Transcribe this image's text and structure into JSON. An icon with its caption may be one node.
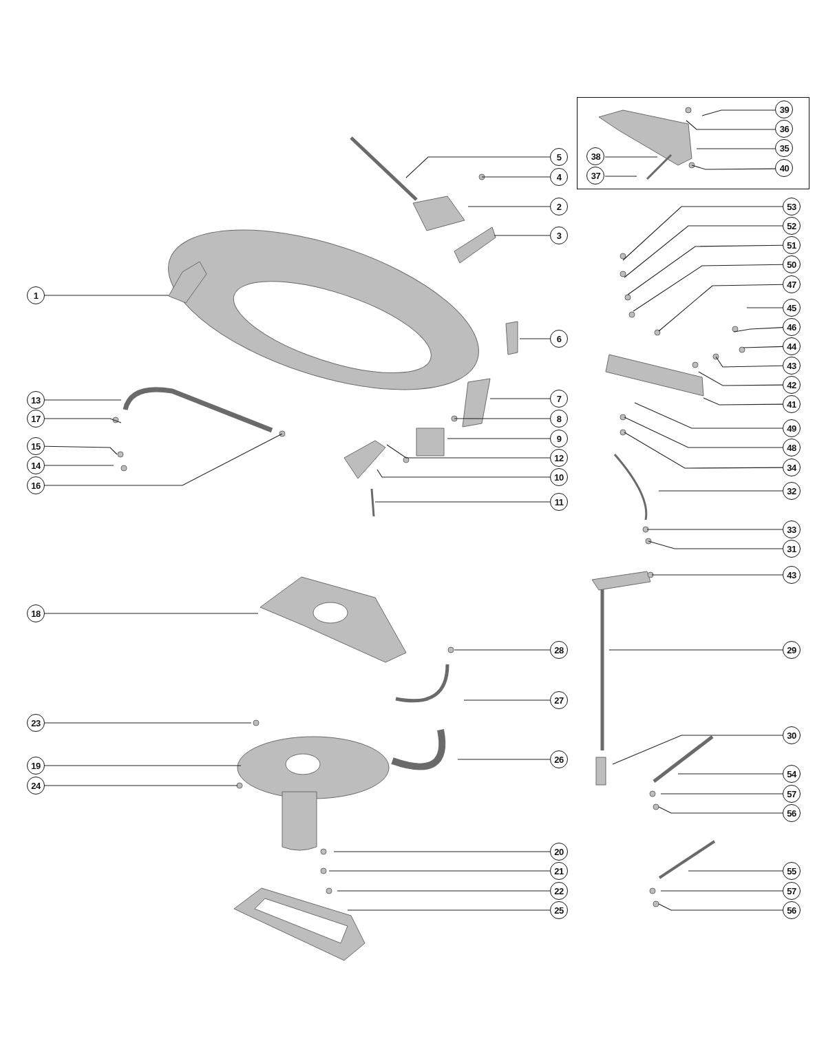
{
  "diagram": {
    "nodes": [
      {
        "text": [],
        "shape": "box"
      },
      {
        "text": [
          "39"
        ],
        "in": 0
      },
      {
        "text": [
          "36"
        ],
        "in": 0
      },
      {
        "text": [
          "35"
        ],
        "in": 0
      },
      {
        "text": [
          "38"
        ],
        "in": 0
      },
      {
        "text": [
          "37"
        ],
        "in": 0
      },
      {
        "text": [
          "40"
        ],
        "in": 0
      },
      {
        "text": [
          "5"
        ]
      },
      {
        "text": [
          "4"
        ]
      },
      {
        "text": [
          "2"
        ]
      },
      {
        "text": [
          "3"
        ]
      },
      {
        "text": [
          "53"
        ]
      },
      {
        "text": [
          "52"
        ]
      },
      {
        "text": [
          "51"
        ]
      },
      {
        "text": [
          "50"
        ]
      },
      {
        "text": [
          "47"
        ]
      },
      {
        "text": [
          "1"
        ]
      },
      {
        "text": [
          "45"
        ]
      },
      {
        "text": [
          "46"
        ]
      },
      {
        "text": [
          "44"
        ]
      },
      {
        "text": [
          "43"
        ]
      },
      {
        "text": [
          "42"
        ]
      },
      {
        "text": [
          "6"
        ]
      },
      {
        "text": [
          "41"
        ]
      },
      {
        "text": [
          "13"
        ]
      },
      {
        "text": [
          "7"
        ]
      },
      {
        "text": [
          "17"
        ]
      },
      {
        "text": [
          "8"
        ]
      },
      {
        "text": [
          "49"
        ]
      },
      {
        "text": [
          "9"
        ]
      },
      {
        "text": [
          "15"
        ]
      },
      {
        "text": [
          "48"
        ]
      },
      {
        "text": [
          "12"
        ]
      },
      {
        "text": [
          "14"
        ]
      },
      {
        "text": [
          "10"
        ]
      },
      {
        "text": [
          "34"
        ]
      },
      {
        "text": [
          "16"
        ]
      },
      {
        "text": [
          "32"
        ]
      },
      {
        "text": [
          "11"
        ]
      },
      {
        "text": [
          "33"
        ]
      },
      {
        "text": [
          "31"
        ]
      },
      {
        "text": [
          "43"
        ]
      },
      {
        "text": [
          "18"
        ]
      },
      {
        "text": [
          "28"
        ]
      },
      {
        "text": [
          "29"
        ]
      },
      {
        "text": [
          "27"
        ]
      },
      {
        "text": [
          "23"
        ]
      },
      {
        "text": [
          "30"
        ]
      },
      {
        "text": [
          "26"
        ]
      },
      {
        "text": [
          "19"
        ]
      },
      {
        "text": [
          "54"
        ]
      },
      {
        "text": [
          "24"
        ]
      },
      {
        "text": [
          "57"
        ]
      },
      {
        "text": [
          "56"
        ]
      },
      {
        "text": [
          "20"
        ]
      },
      {
        "text": [
          "21"
        ]
      },
      {
        "text": [
          "55"
        ]
      },
      {
        "text": [
          "22"
        ]
      },
      {
        "text": [
          "57"
        ]
      },
      {
        "text": [
          "25"
        ]
      },
      {
        "text": [
          "56"
        ]
      }
    ],
    "edges": [
      {
        "from": 1,
        "to": null,
        "arrow": "none"
      },
      {
        "from": 2,
        "to": null,
        "arrow": "none"
      },
      {
        "from": 3,
        "to": null,
        "arrow": "none"
      },
      {
        "from": 4,
        "to": null,
        "arrow": "none"
      },
      {
        "from": 5,
        "to": null,
        "arrow": "none"
      },
      {
        "from": 6,
        "to": null,
        "arrow": "none"
      },
      {
        "from": 7,
        "to": null,
        "arrow": "none"
      },
      {
        "from": 8,
        "to": null,
        "arrow": "none"
      },
      {
        "from": 9,
        "to": null,
        "arrow": "none"
      },
      {
        "from": 10,
        "to": null,
        "arrow": "none"
      },
      {
        "from": 11,
        "to": null,
        "arrow": "none"
      },
      {
        "from": 12,
        "to": null,
        "arrow": "none"
      },
      {
        "from": 13,
        "to": null,
        "arrow": "none"
      },
      {
        "from": 14,
        "to": null,
        "arrow": "none"
      },
      {
        "from": 15,
        "to": null,
        "arrow": "none"
      },
      {
        "from": 16,
        "to": null,
        "arrow": "none"
      },
      {
        "from": 17,
        "to": null,
        "arrow": "none"
      },
      {
        "from": 18,
        "to": null,
        "arrow": "none"
      },
      {
        "from": 19,
        "to": null,
        "arrow": "none"
      },
      {
        "from": 20,
        "to": null,
        "arrow": "none"
      },
      {
        "from": 21,
        "to": null,
        "arrow": "none"
      },
      {
        "from": 22,
        "to": null,
        "arrow": "none"
      },
      {
        "from": 23,
        "to": null,
        "arrow": "none"
      },
      {
        "from": 24,
        "to": null,
        "arrow": "none"
      },
      {
        "from": 25,
        "to": null,
        "arrow": "none"
      },
      {
        "from": 26,
        "to": null,
        "arrow": "none"
      },
      {
        "from": 27,
        "to": null,
        "arrow": "none"
      },
      {
        "from": 28,
        "to": null,
        "arrow": "none"
      },
      {
        "from": 29,
        "to": null,
        "arrow": "none"
      },
      {
        "from": 30,
        "to": null,
        "arrow": "none"
      },
      {
        "from": 31,
        "to": null,
        "arrow": "none"
      },
      {
        "from": 32,
        "to": null,
        "arrow": "none"
      },
      {
        "from": 33,
        "to": null,
        "arrow": "none"
      },
      {
        "from": 34,
        "to": null,
        "arrow": "none"
      },
      {
        "from": 35,
        "to": null,
        "arrow": "none"
      },
      {
        "from": 36,
        "to": null,
        "arrow": "none"
      },
      {
        "from": 37,
        "to": null,
        "arrow": "none"
      },
      {
        "from": 38,
        "to": null,
        "arrow": "none"
      },
      {
        "from": 39,
        "to": null,
        "arrow": "none"
      },
      {
        "from": 40,
        "to": null,
        "arrow": "none"
      },
      {
        "from": 41,
        "to": null,
        "arrow": "none"
      },
      {
        "from": 42,
        "to": null,
        "arrow": "none"
      },
      {
        "from": 43,
        "to": null,
        "arrow": "none"
      },
      {
        "from": 44,
        "to": null,
        "arrow": "none"
      },
      {
        "from": 45,
        "to": null,
        "arrow": "none"
      },
      {
        "from": 46,
        "to": null,
        "arrow": "none"
      },
      {
        "from": 47,
        "to": null,
        "arrow": "none"
      },
      {
        "from": 48,
        "to": null,
        "arrow": "none"
      },
      {
        "from": 49,
        "to": null,
        "arrow": "none"
      },
      {
        "from": 50,
        "to": null,
        "arrow": "none"
      },
      {
        "from": 51,
        "to": null,
        "arrow": "none"
      },
      {
        "from": 52,
        "to": null,
        "arrow": "none"
      },
      {
        "from": 53,
        "to": null,
        "arrow": "none"
      },
      {
        "from": 54,
        "to": null,
        "arrow": "none"
      },
      {
        "from": 55,
        "to": null,
        "arrow": "none"
      },
      {
        "from": 56,
        "to": null,
        "arrow": "none"
      },
      {
        "from": 57,
        "to": null,
        "arrow": "none"
      },
      {
        "from": 58,
        "to": null,
        "arrow": "none"
      },
      {
        "from": 59,
        "to": null,
        "arrow": "none"
      },
      {
        "from": 60,
        "to": null,
        "arrow": "none"
      }
    ]
  }
}
